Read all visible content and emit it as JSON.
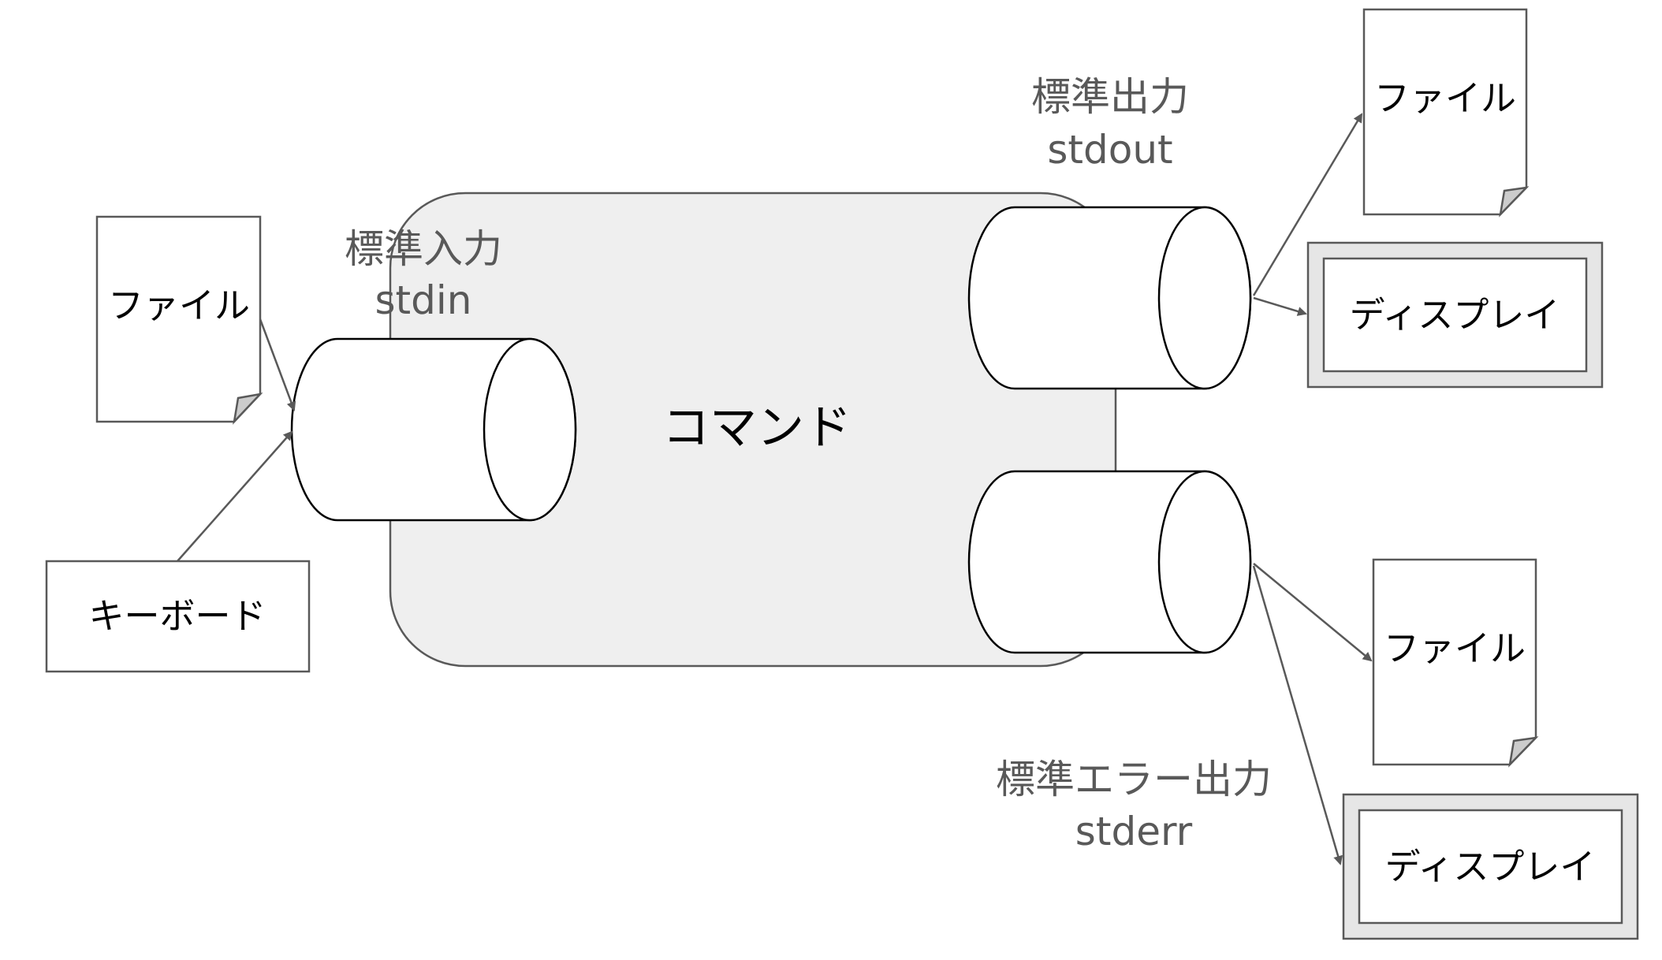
{
  "command": {
    "label": "コマンド"
  },
  "stdin": {
    "label_ja": "標準入力",
    "label_en": "stdin"
  },
  "stdout": {
    "label_ja": "標準出力",
    "label_en": "stdout"
  },
  "stderr": {
    "label_ja": "標準エラー出力",
    "label_en": "stderr"
  },
  "inputs": {
    "file": "ファイル",
    "keyboard": "キーボード"
  },
  "stdout_targets": {
    "file": "ファイル",
    "display": "ディスプレイ"
  },
  "stderr_targets": {
    "file": "ファイル",
    "display": "ディスプレイ"
  },
  "colors": {
    "command_fill": "#efefef",
    "display_frame": "#e6e6e6",
    "arrow": "#595959",
    "label": "#595959"
  }
}
